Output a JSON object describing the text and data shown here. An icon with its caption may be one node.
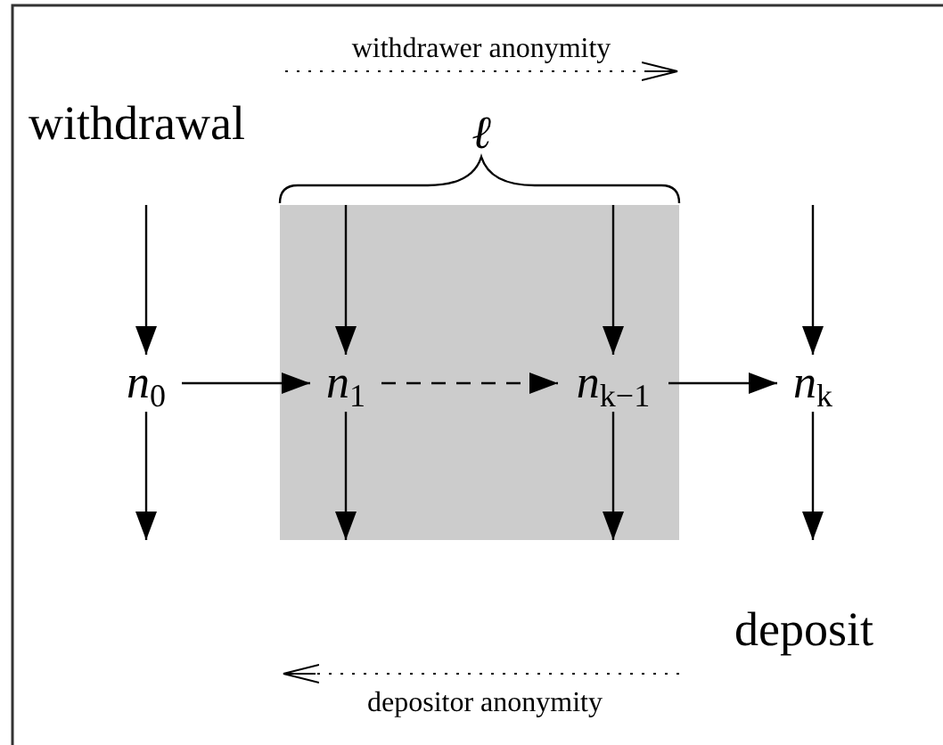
{
  "diagram": {
    "nodes": [
      {
        "text": [],
        "shape": "box"
      },
      {
        "text": [
          "*n*$_{0}$"
        ]
      },
      {
        "text": [
          "*n*$_{1}$"
        ],
        "in": 0
      },
      {
        "text": [
          "*n*$_{k−1}$"
        ],
        "in": 0
      },
      {
        "text": [
          "*n*$_{k}$"
        ]
      }
    ],
    "edges": [
      {
        "from": null,
        "to": 1,
        "arrow": "to"
      },
      {
        "from": null,
        "to": 2,
        "arrow": "to"
      },
      {
        "from": null,
        "to": 3,
        "arrow": "to"
      },
      {
        "from": null,
        "to": 4,
        "arrow": "to"
      },
      {
        "from": 1,
        "to": 2,
        "arrow": "to"
      },
      {
        "from": 2,
        "to": 3,
        "arrow": "to",
        "style": "dashed"
      },
      {
        "from": 3,
        "to": 4,
        "arrow": "to"
      },
      {
        "from": 1,
        "to": null,
        "arrow": "to"
      },
      {
        "from": 2,
        "to": null,
        "arrow": "to"
      },
      {
        "from": 3,
        "to": null,
        "arrow": "to"
      },
      {
        "from": 4,
        "to": null,
        "arrow": "to"
      }
    ],
    "labels": [
      "withdrawer anonymity",
      "withdrawal",
      "ℓ",
      "deposit",
      "depositor anonymity"
    ]
  }
}
